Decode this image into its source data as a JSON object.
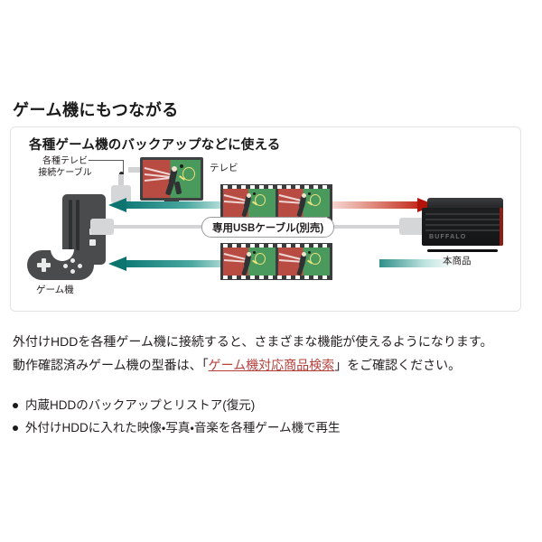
{
  "headline": "ゲーム機にもつながる",
  "panel": {
    "title": "各種ゲーム機のバックアップなどに使える",
    "labels": {
      "tv_cable_line1": "各種テレビ",
      "tv_cable_line2": "接続ケーブル",
      "tv": "テレビ",
      "console": "ゲーム機",
      "usb_cable": "専用USBケーブル(別売)",
      "product": "本商品",
      "hdd_brand": "BUFFALO"
    }
  },
  "body": {
    "para1": "外付けHDDを各種ゲーム機に接続すると、さまざまな機能が使えるようになります。",
    "para2_before": "動作確認済みゲーム機の型番は、「",
    "para2_link": "ゲーム機対応商品検索",
    "para2_after": "」をご確認ください。",
    "bullets": [
      "内蔵HDDのバックアップとリストア(復元)",
      "外付けHDDに入れた映像・写真・音楽を各種ゲーム機で再生"
    ]
  },
  "colors": {
    "link_red": "#b5403c",
    "arrow_teal": "#0d7470",
    "arrow_red": "#b3140a",
    "panel_border": "#e3e3e3",
    "screen_red": "#b84b42",
    "screen_green": "#4a9a5e"
  }
}
